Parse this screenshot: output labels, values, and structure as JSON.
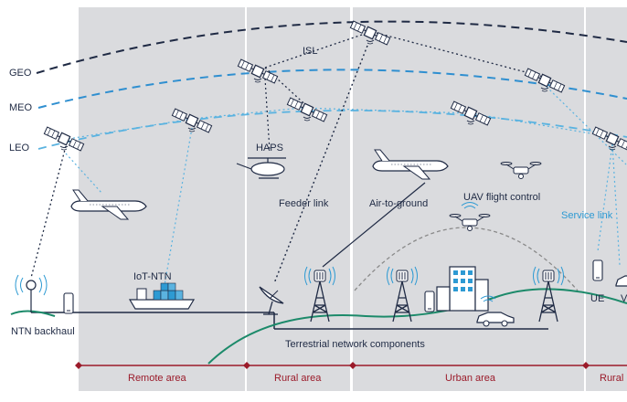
{
  "orbits": {
    "geo": "GEO",
    "meo": "MEO",
    "leo": "LEO"
  },
  "labels": {
    "isl": "ISL",
    "haps": "HAPS",
    "feeder_link": "Feeder link",
    "air_to_ground": "Air-to-ground",
    "uav_flight_control": "UAV flight control",
    "service_link": "Service link",
    "iot_ntn": "IoT-NTN",
    "ntn_backhaul": "NTN backhaul",
    "terrestrial": "Terrestrial network components",
    "ue": "UE",
    "v": "V"
  },
  "areas": {
    "remote": "Remote area",
    "rural": "Rural area",
    "urban": "Urban area",
    "rural_right": "Rural"
  },
  "colors": {
    "navy": "#1f2a44",
    "meo_blue": "#2f8fd0",
    "leo_blue": "#5bb3e0",
    "panel_grey": "#d9dadd",
    "area_red": "#9b1b2a",
    "ground_green": "#1c8a6a",
    "service_blue": "#2d9ad3"
  },
  "icons": [
    "satellite-icon",
    "airplane-icon",
    "helicopter-icon",
    "drone-icon",
    "antenna-tower-icon",
    "dish-antenna-icon",
    "phone-icon",
    "ship-icon",
    "building-icon",
    "car-icon",
    "wifi-icon"
  ]
}
